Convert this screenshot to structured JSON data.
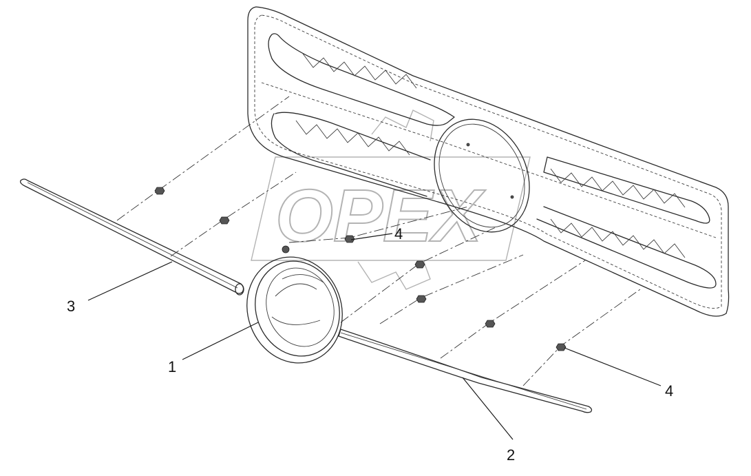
{
  "watermark": {
    "text": "OPEX"
  },
  "callouts": [
    {
      "id": "c1",
      "text": "1"
    },
    {
      "id": "c2",
      "text": "2"
    },
    {
      "id": "c3",
      "text": "3"
    },
    {
      "id": "c4a",
      "text": "4"
    },
    {
      "id": "c4b",
      "text": "4"
    }
  ]
}
